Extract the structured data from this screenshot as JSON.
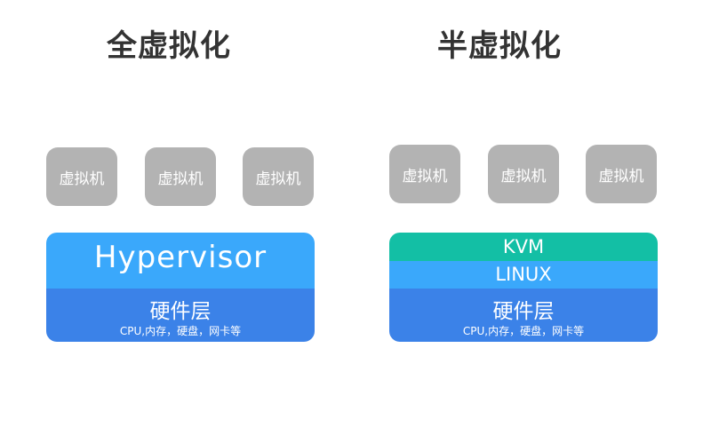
{
  "full_virtualization": {
    "title": "全虚拟化",
    "vms": [
      "虚拟机",
      "虚拟机",
      "虚拟机"
    ],
    "hypervisor_label": "Hypervisor",
    "hardware_label": "硬件层",
    "hardware_detail": "CPU,内存，硬盘，网卡等"
  },
  "para_virtualization": {
    "title": "半虚拟化",
    "vms": [
      "虚拟机",
      "虚拟机",
      "虚拟机"
    ],
    "kvm_label": "KVM",
    "linux_label": "LINUX",
    "hardware_label": "硬件层",
    "hardware_detail": "CPU,内存，硬盘，网卡等"
  },
  "colors": {
    "vm": "#b3b3b3",
    "hypervisor": "#3aa8fb",
    "kvm": "#13bfa5",
    "linux": "#3aa8fb",
    "hardware": "#3b82e8",
    "title_text": "#333333"
  }
}
